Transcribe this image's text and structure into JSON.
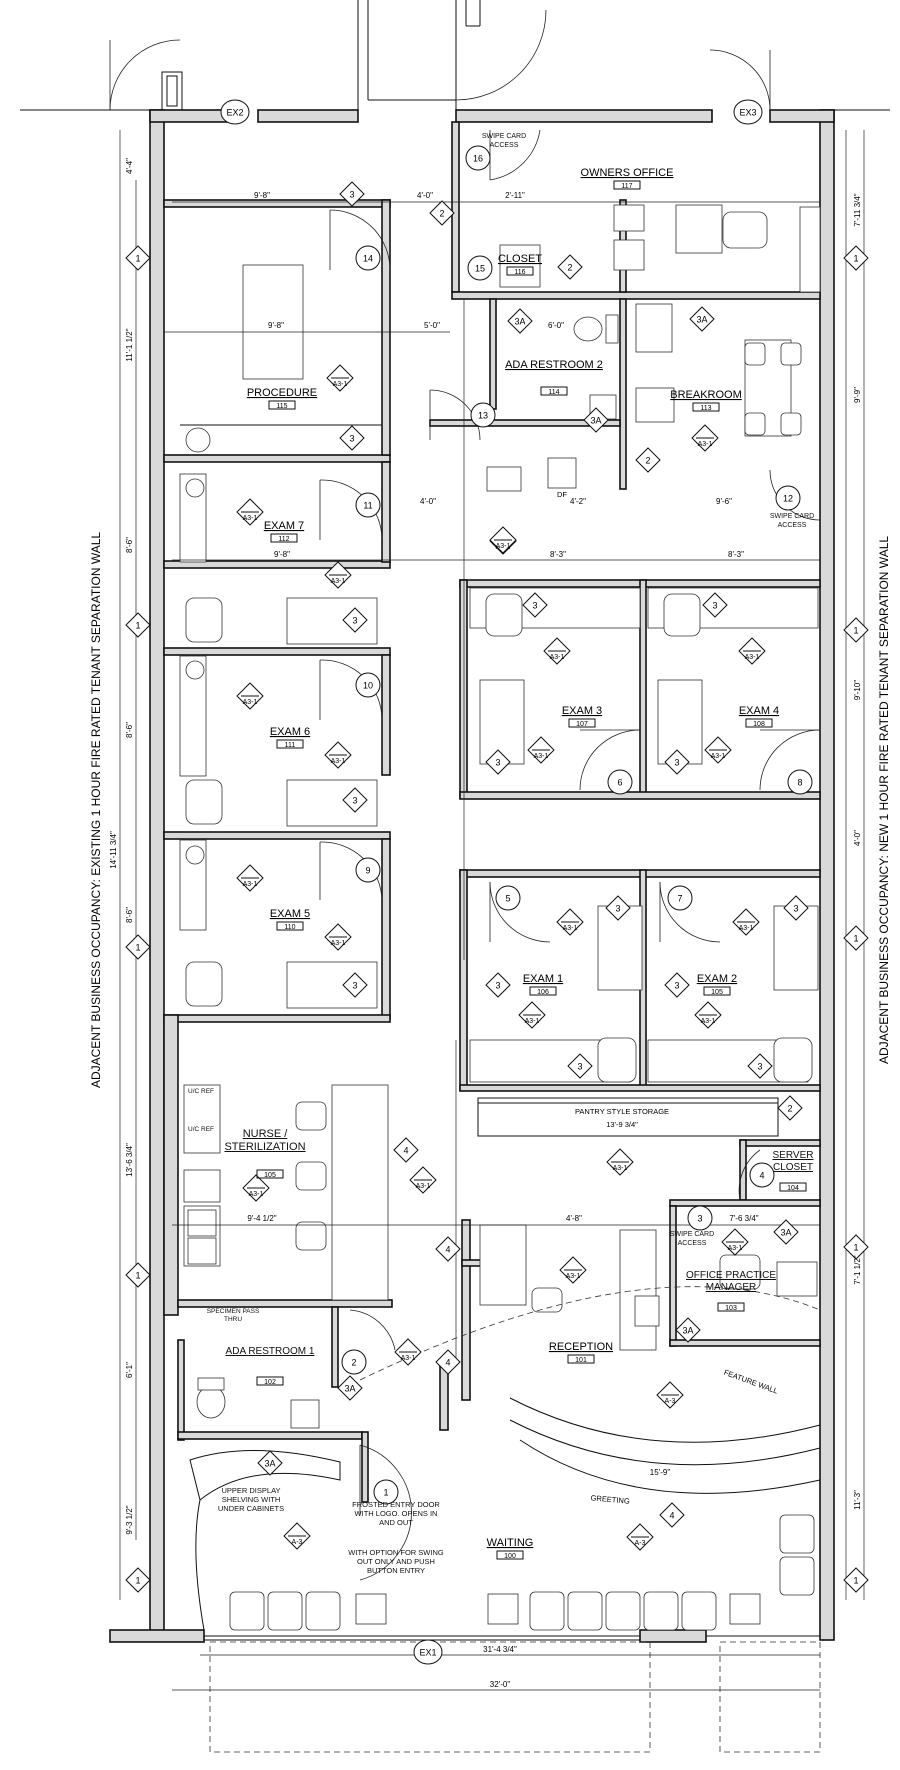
{
  "side_labels": {
    "left": "ADJACENT BUSINESS OCCUPANCY:  EXISTING 1 HOUR FIRE RATED TENANT SEPARATION WALL",
    "right": "ADJACENT BUSINESS OCCUPANCY:  NEW 1 HOUR FIRE RATED TENANT SEPARATION WALL"
  },
  "rooms": [
    {
      "name": "OWNERS OFFICE",
      "number": "117"
    },
    {
      "name": "PROCEDURE",
      "number": "115"
    },
    {
      "name": "CLOSET",
      "number": "116"
    },
    {
      "name": "ADA RESTROOM 2",
      "number": "114"
    },
    {
      "name": "BREAKROOM",
      "number": "113"
    },
    {
      "name": "EXAM 7",
      "number": "112"
    },
    {
      "name": "EXAM 6",
      "number": "111"
    },
    {
      "name": "EXAM 5",
      "number": "110"
    },
    {
      "name": "EXAM 3",
      "number": "107"
    },
    {
      "name": "EXAM 4",
      "number": "108"
    },
    {
      "name": "EXAM 1",
      "number": "106"
    },
    {
      "name": "EXAM 2",
      "number": "105"
    },
    {
      "name": "NURSE / STERILIZATION",
      "number": "105"
    },
    {
      "name": "SERVER CLOSET",
      "number": "104"
    },
    {
      "name": "OFFICE PRACTICE MANAGER",
      "number": "103"
    },
    {
      "name": "RECEPTION",
      "number": "101"
    },
    {
      "name": "ADA RESTROOM 1",
      "number": "102"
    },
    {
      "name": "WAITING",
      "number": "100"
    }
  ],
  "notes": {
    "pantry": "PANTRY STYLE STORAGE",
    "pantry_dim": "13'-9 3/4\"",
    "feature_wall": "FEATURE WALL",
    "greeting": "GREETING",
    "swipe": "SWIPE CARD ACCESS",
    "specimen": "SPECIMEN PASS THRU",
    "upper_display": "UPPER DISPLAY SHELVING WITH UNDER CABINETS",
    "frosted": "FROSTED ENTRY DOOR WITH LOGO. OPENS IN AND OUT",
    "option": "WITH OPTION FOR SWING OUT ONLY AND PUSH BUTTON ENTRY",
    "df": "DF",
    "uc": "U/C REF"
  },
  "door_tags": [
    "16",
    "15",
    "14",
    "13",
    "12",
    "11",
    "10",
    "9",
    "8",
    "7",
    "6",
    "5",
    "4",
    "3",
    "2",
    "1"
  ],
  "exits": [
    "EX1",
    "EX2",
    "EX3"
  ],
  "dimensions": {
    "top_left": "9'-8\"",
    "top_mid": "4'-0\"",
    "top_mid2": "2'-11\"",
    "proc_w": "9'-8\"",
    "corr": "5'-0\"",
    "restroom": "6'-0\"",
    "exam_w": "9'-8\"",
    "exam3_w": "8'-3\"",
    "exam4_w": "8'-3\"",
    "breakroom_w": "9'-6\"",
    "door_gap": "4'-0\"",
    "df_w": "4'-2\"",
    "left_total": "14'-11 3/4\"",
    "nurse_w": "9'-4 1/2\"",
    "rec_w": "4'-8\"",
    "opm_w": "7'-6 3/4\"",
    "waiting_w": "15'-9\"",
    "bottom1": "31'-4 3/4\"",
    "bottom2": "32'-0\"",
    "right1": "7'-11 3/4\"",
    "right2": "9'-9\"",
    "right3": "9'-10\"",
    "right4": "4'-0\"",
    "right5": "7'-1 1/2\"",
    "right6": "11'-3\"",
    "left1": "4'-4\"",
    "left2": "11'-1 1/2\"",
    "left3": "8'-6\"",
    "left4": "8'-6\"",
    "left5": "8'-6\"",
    "left6": "13'-6 3/4\"",
    "left7": "6'-1\"",
    "left8": "9'-3 1/2\""
  },
  "sheet_ref": "A3-1",
  "sheet_ref2": "A-3",
  "wall_tags": [
    "1",
    "2",
    "3",
    "3A",
    "4"
  ]
}
